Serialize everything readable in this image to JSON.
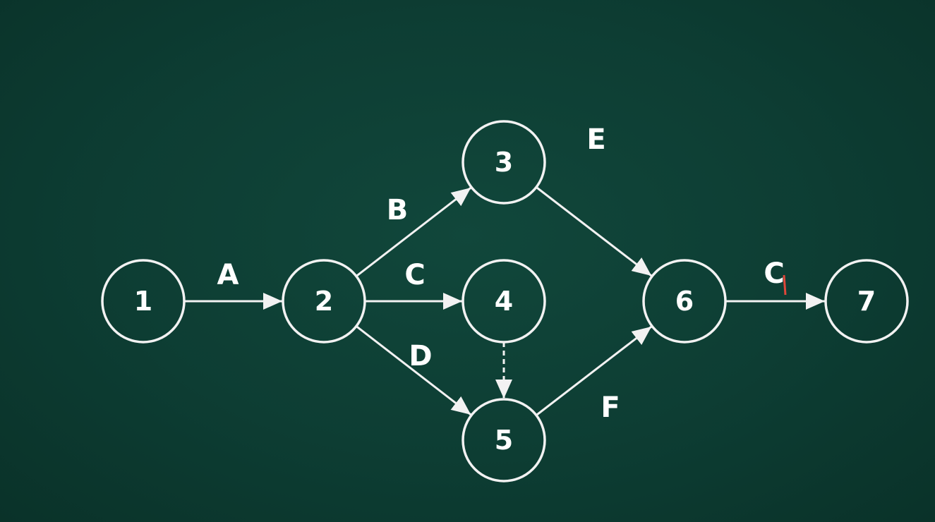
{
  "colors": {
    "board": "#0d3d33",
    "chalk": "#f2f2f2",
    "cursor": "#e0473a"
  },
  "nodes": [
    {
      "id": "1",
      "label": "1"
    },
    {
      "id": "2",
      "label": "2"
    },
    {
      "id": "3",
      "label": "3"
    },
    {
      "id": "4",
      "label": "4"
    },
    {
      "id": "5",
      "label": "5"
    },
    {
      "id": "6",
      "label": "6"
    },
    {
      "id": "7",
      "label": "7"
    }
  ],
  "edges": [
    {
      "from": "1",
      "to": "2",
      "label": "A",
      "style": "solid"
    },
    {
      "from": "2",
      "to": "3",
      "label": "B",
      "style": "solid"
    },
    {
      "from": "2",
      "to": "4",
      "label": "C",
      "style": "solid"
    },
    {
      "from": "2",
      "to": "5",
      "label": "D",
      "style": "solid"
    },
    {
      "from": "3",
      "to": "6",
      "label": "E",
      "style": "solid"
    },
    {
      "from": "4",
      "to": "5",
      "label": "",
      "style": "dashed"
    },
    {
      "from": "5",
      "to": "6",
      "label": "F",
      "style": "solid"
    },
    {
      "from": "6",
      "to": "7",
      "label": "C",
      "style": "solid"
    }
  ]
}
